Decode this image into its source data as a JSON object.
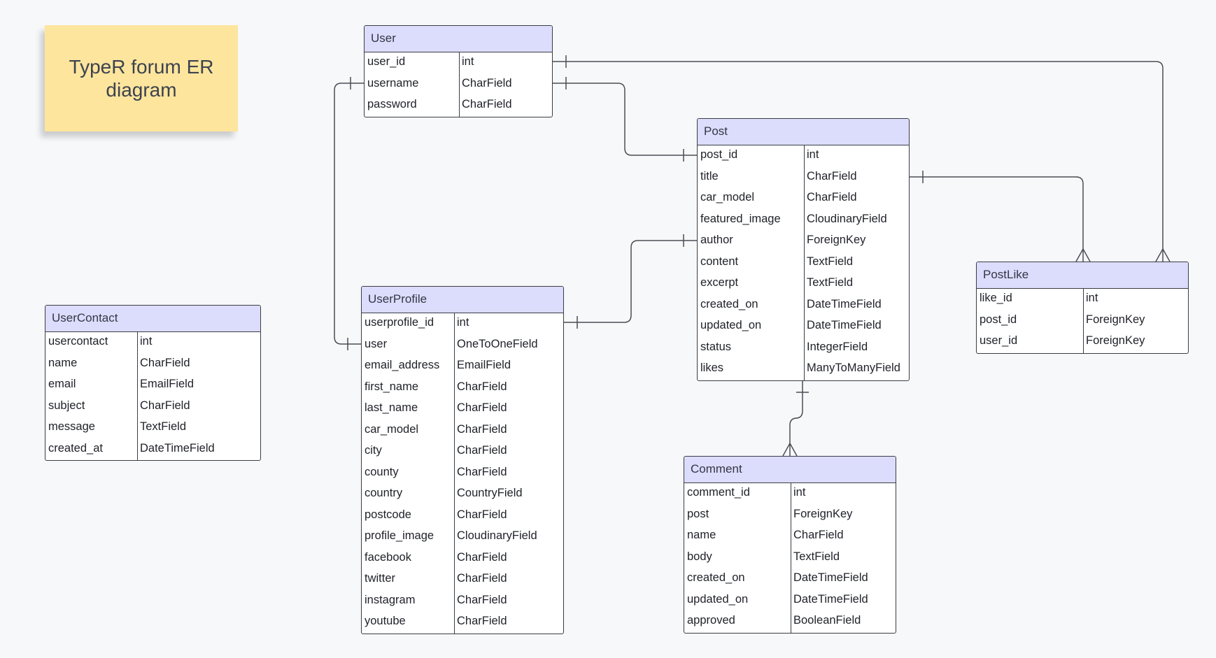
{
  "sticky_note": {
    "text": "TypeR forum ER diagram"
  },
  "entities": {
    "user": {
      "name": "User",
      "fields": [
        {
          "name": "user_id",
          "type": "int"
        },
        {
          "name": "username",
          "type": "CharField"
        },
        {
          "name": "password",
          "type": "CharField"
        }
      ]
    },
    "post": {
      "name": "Post",
      "fields": [
        {
          "name": "post_id",
          "type": "int"
        },
        {
          "name": "title",
          "type": "CharField"
        },
        {
          "name": "car_model",
          "type": "CharField"
        },
        {
          "name": "featured_image",
          "type": "CloudinaryField"
        },
        {
          "name": "author",
          "type": "ForeignKey"
        },
        {
          "name": "content",
          "type": "TextField"
        },
        {
          "name": "excerpt",
          "type": "TextField"
        },
        {
          "name": "created_on",
          "type": "DateTimeField"
        },
        {
          "name": "updated_on",
          "type": "DateTimeField"
        },
        {
          "name": "status",
          "type": "IntegerField"
        },
        {
          "name": "likes",
          "type": "ManyToManyField"
        }
      ]
    },
    "postlike": {
      "name": "PostLike",
      "fields": [
        {
          "name": "like_id",
          "type": "int"
        },
        {
          "name": "post_id",
          "type": "ForeignKey"
        },
        {
          "name": "user_id",
          "type": "ForeignKey"
        }
      ]
    },
    "usercontact": {
      "name": "UserContact",
      "fields": [
        {
          "name": "usercontact",
          "type": "int"
        },
        {
          "name": "name",
          "type": "CharField"
        },
        {
          "name": "email",
          "type": "EmailField"
        },
        {
          "name": "subject",
          "type": "CharField"
        },
        {
          "name": "message",
          "type": "TextField"
        },
        {
          "name": "created_at",
          "type": "DateTimeField"
        }
      ]
    },
    "userprofile": {
      "name": "UserProfile",
      "fields": [
        {
          "name": "userprofile_id",
          "type": "int"
        },
        {
          "name": "user",
          "type": "OneToOneField"
        },
        {
          "name": "email_address",
          "type": "EmailField"
        },
        {
          "name": "first_name",
          "type": "CharField"
        },
        {
          "name": "last_name",
          "type": "CharField"
        },
        {
          "name": "car_model",
          "type": "CharField"
        },
        {
          "name": "city",
          "type": "CharField"
        },
        {
          "name": "county",
          "type": "CharField"
        },
        {
          "name": "country",
          "type": "CountryField"
        },
        {
          "name": "postcode",
          "type": "CharField"
        },
        {
          "name": "profile_image",
          "type": "CloudinaryField"
        },
        {
          "name": "facebook",
          "type": "CharField"
        },
        {
          "name": "twitter",
          "type": "CharField"
        },
        {
          "name": "instagram",
          "type": "CharField"
        },
        {
          "name": "youtube",
          "type": "CharField"
        }
      ]
    },
    "comment": {
      "name": "Comment",
      "fields": [
        {
          "name": "comment_id",
          "type": "int"
        },
        {
          "name": "post",
          "type": "ForeignKey"
        },
        {
          "name": "name",
          "type": "CharField"
        },
        {
          "name": "body",
          "type": "TextField"
        },
        {
          "name": "created_on",
          "type": "DateTimeField"
        },
        {
          "name": "updated_on",
          "type": "DateTimeField"
        },
        {
          "name": "approved",
          "type": "BooleanField"
        }
      ]
    }
  },
  "relationships": [
    {
      "from": "User.user_id",
      "to": "PostLike.user_id",
      "from_cardinality": "one",
      "to_cardinality": "many"
    },
    {
      "from": "User.username",
      "to": "Post.post_id",
      "from_cardinality": "one",
      "to_cardinality": "one"
    },
    {
      "from": "User.username",
      "to": "UserProfile.user",
      "from_cardinality": "one",
      "to_cardinality": "one"
    },
    {
      "from": "Post.title",
      "to": "PostLike.post_id",
      "from_cardinality": "one",
      "to_cardinality": "many"
    },
    {
      "from": "Post.author",
      "to": "UserProfile.userprofile_id",
      "from_cardinality": "one",
      "to_cardinality": "one"
    },
    {
      "from": "Post",
      "to": "Comment",
      "from_cardinality": "one",
      "to_cardinality": "many"
    }
  ],
  "colors": {
    "background": "#f7f8fa",
    "sticky": "#fde59d",
    "header": "#dcdcfc",
    "border": "#3a3d45",
    "line": "#4a4d55"
  }
}
